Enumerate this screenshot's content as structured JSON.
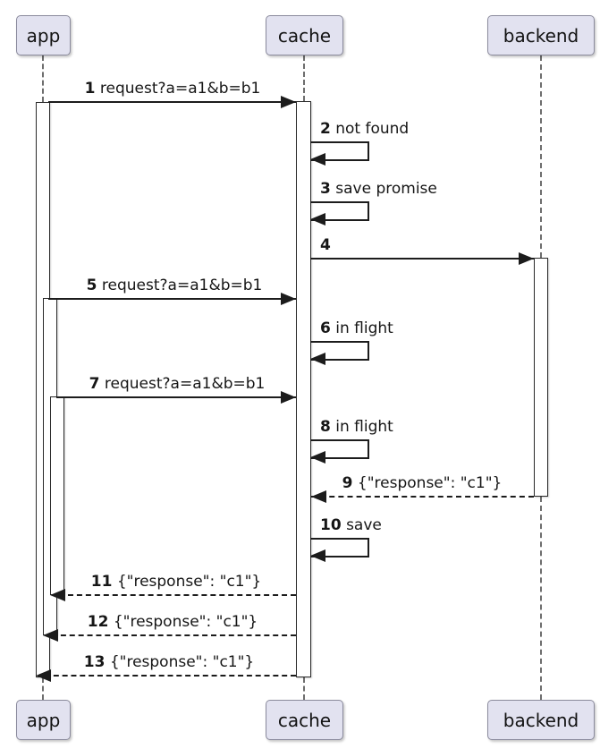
{
  "participants": {
    "app": {
      "label": "app"
    },
    "cache": {
      "label": "cache"
    },
    "backend": {
      "label": "backend"
    }
  },
  "messages": [
    {
      "num": "1",
      "text": "request?a=a1&b=b1",
      "from": "app",
      "to": "cache",
      "kind": "solid"
    },
    {
      "num": "2",
      "text": "not found",
      "from": "cache",
      "to": "cache",
      "kind": "self"
    },
    {
      "num": "3",
      "text": "save promise",
      "from": "cache",
      "to": "cache",
      "kind": "self"
    },
    {
      "num": "4",
      "text": "",
      "from": "cache",
      "to": "backend",
      "kind": "solid"
    },
    {
      "num": "5",
      "text": "request?a=a1&b=b1",
      "from": "app",
      "to": "cache",
      "kind": "solid"
    },
    {
      "num": "6",
      "text": "in flight",
      "from": "cache",
      "to": "cache",
      "kind": "self"
    },
    {
      "num": "7",
      "text": "request?a=a1&b=b1",
      "from": "app",
      "to": "cache",
      "kind": "solid"
    },
    {
      "num": "8",
      "text": "in flight",
      "from": "cache",
      "to": "cache",
      "kind": "self"
    },
    {
      "num": "9",
      "text": "{\"response\": \"c1\"}",
      "from": "backend",
      "to": "cache",
      "kind": "dashed"
    },
    {
      "num": "10",
      "text": "save",
      "from": "cache",
      "to": "cache",
      "kind": "self"
    },
    {
      "num": "11",
      "text": "{\"response\": \"c1\"}",
      "from": "cache",
      "to": "app",
      "kind": "dashed"
    },
    {
      "num": "12",
      "text": "{\"response\": \"c1\"}",
      "from": "cache",
      "to": "app",
      "kind": "dashed"
    },
    {
      "num": "13",
      "text": "{\"response\": \"c1\"}",
      "from": "cache",
      "to": "app",
      "kind": "dashed"
    }
  ],
  "colors": {
    "participant_fill": "#e2e2f0",
    "participant_border": "#8a8a9c",
    "arrow_line": "#1c1c1c",
    "lifeline": "#6e6e6e",
    "background": "#ffffff"
  }
}
